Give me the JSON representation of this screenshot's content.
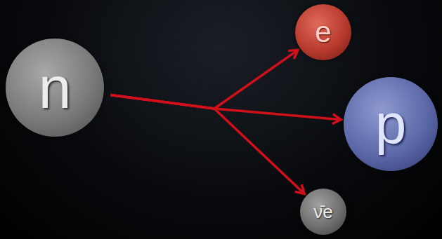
{
  "diagram": {
    "nodes": [
      {
        "text": [
          "n"
        ]
      },
      {
        "text": [
          "e"
        ]
      },
      {
        "text": [
          "p"
        ]
      },
      {
        "text": [
          "ν̄e"
        ]
      }
    ],
    "edges": [
      {
        "from": 0,
        "to": 1,
        "arrow": "to"
      },
      {
        "from": 0,
        "to": 2,
        "arrow": "to"
      },
      {
        "from": 0,
        "to": 3,
        "arrow": "to"
      }
    ]
  }
}
